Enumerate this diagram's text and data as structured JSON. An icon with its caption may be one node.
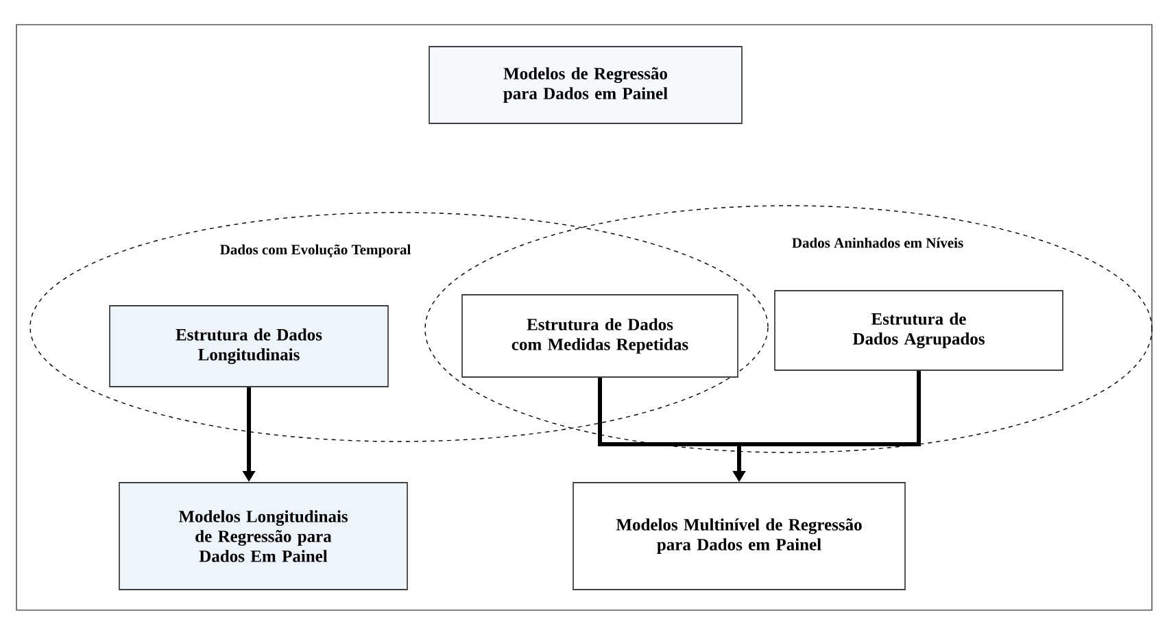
{
  "diagram": {
    "nodes": [
      {
        "text": [
          "Modelos de Regressão para Dados em Painel"
        ]
      },
      {
        "text": [
          "Dados com Evolução Temporal"
        ]
      },
      {
        "text": [
          "Dados Aninhados em Níveis"
        ]
      },
      {
        "text": [
          "Estrutura de Dados Longitudinais"
        ],
        "in": 1
      },
      {
        "text": [
          "Estrutura de Dados com Medidas Repetidas"
        ]
      },
      {
        "text": [
          "Estrutura de Dados Agrupados"
        ],
        "in": 2
      },
      {
        "text": [
          "Modelos Longitudinais de Regressão para Dados Em Painel"
        ]
      },
      {
        "text": [
          "Modelos Multinível de Regressão para Dados em Painel"
        ]
      }
    ],
    "edges": [
      {
        "from": 3,
        "to": 6,
        "arrow": "to"
      },
      {
        "from": 4,
        "to": 7,
        "arrow": "to"
      },
      {
        "from": 5,
        "to": 7,
        "arrow": "to"
      }
    ]
  }
}
